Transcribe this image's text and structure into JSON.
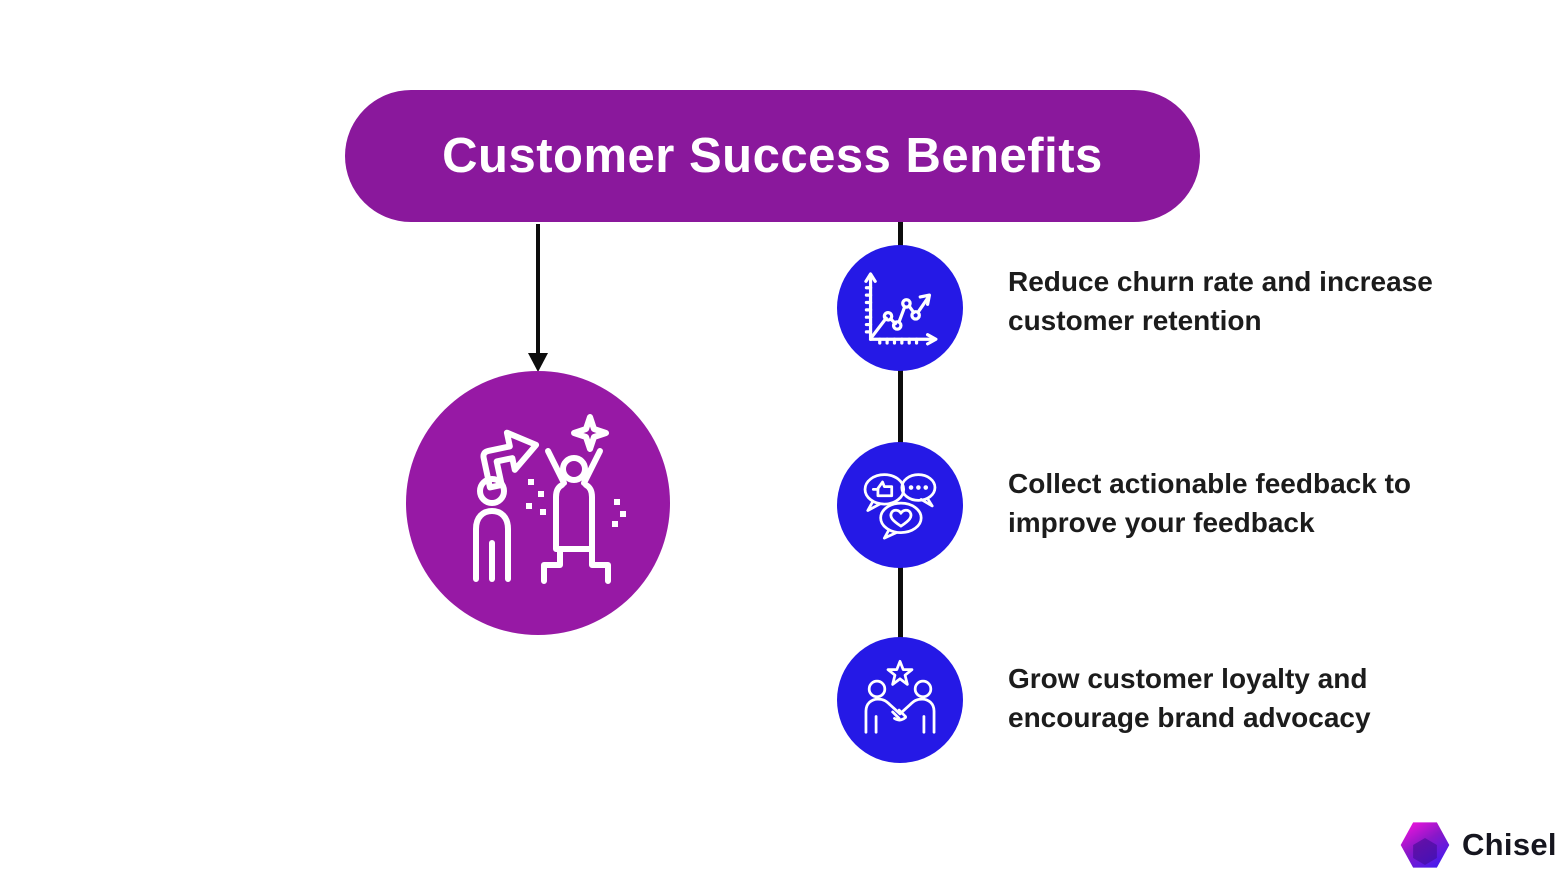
{
  "header": {
    "title": "Customer Success Benefits",
    "bg_color": "#8A189C",
    "text_color": "#ffffff"
  },
  "colors": {
    "purple_circle": "#9719A5",
    "blue_circle": "#2519E6",
    "connector": "#0d0d0d",
    "body_text": "#1c1c1c",
    "background": "#ffffff"
  },
  "main_icon": "success-transformation-icon",
  "benefits": [
    {
      "icon": "growth-chart-icon",
      "lines": [
        "Reduce churn rate and increase",
        "customer retention"
      ]
    },
    {
      "icon": "feedback-bubbles-icon",
      "lines": [
        "Collect actionable feedback to",
        "improve your feedback"
      ]
    },
    {
      "icon": "handshake-star-icon",
      "lines": [
        "Grow customer loyalty and",
        "encourage brand advocacy"
      ]
    }
  ],
  "footer": {
    "brand": "Chisel"
  }
}
